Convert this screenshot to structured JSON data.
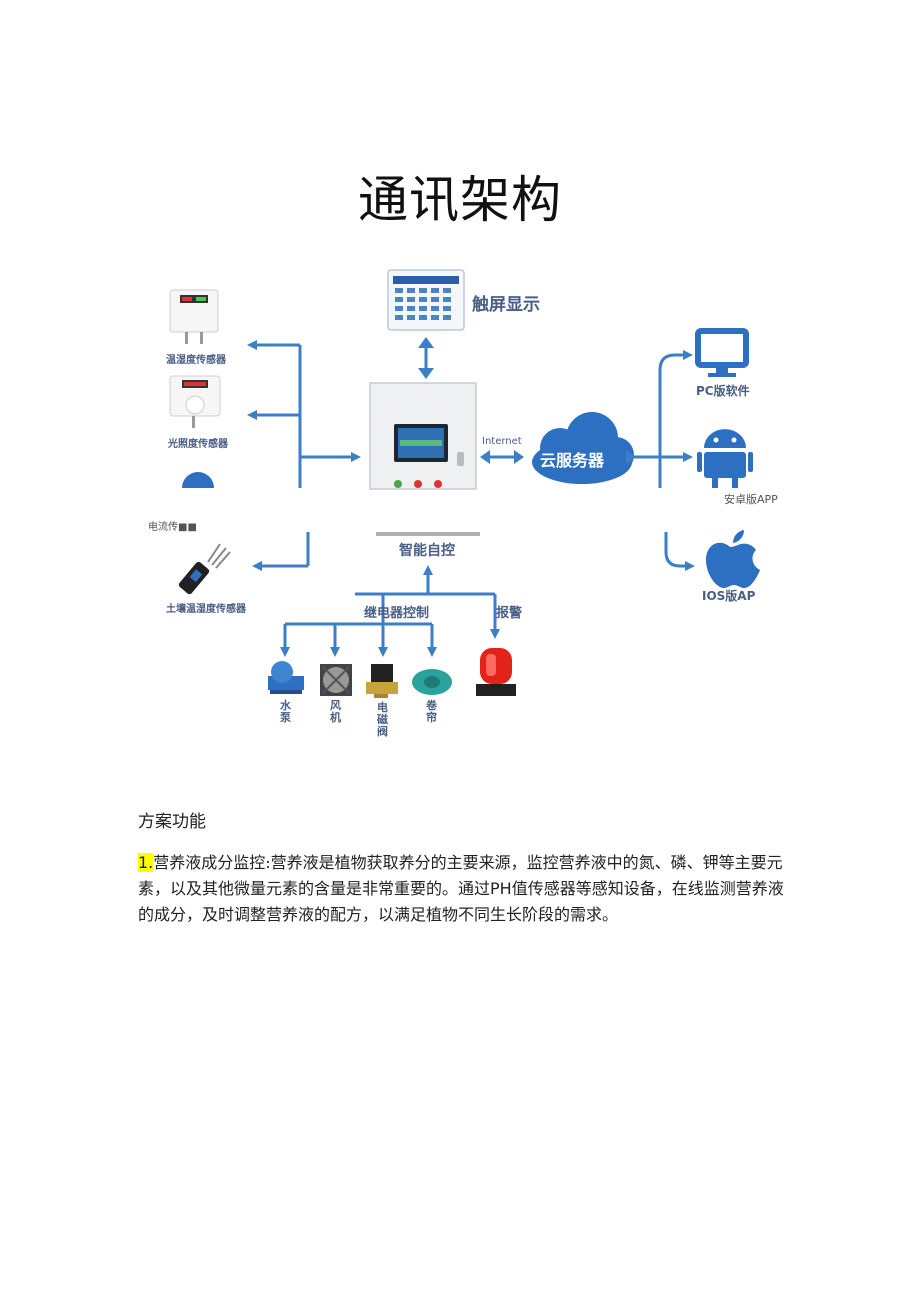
{
  "page_title": "通讯架构",
  "diagram": {
    "touchscreen_label": "触屏显示",
    "internet_label": "Internet",
    "cloud_label": "云服务器",
    "pc_label": "PC版软件",
    "android_label": "安卓版APP",
    "ios_label": "IOS版AP",
    "temp_humidity_label": "温湿度传感器",
    "light_label": "光照度传感器",
    "current_label": "电流传■■",
    "soil_label": "土壤温湿度传感器",
    "smart_control_label": "智能自控",
    "relay_label": "继电器控制",
    "alarm_label": "报警",
    "pump_label": "水泵",
    "fan_label": "风机",
    "valve_label": "电磁阀",
    "curtain_label": "卷帘",
    "sensor_display_1": "■■■",
    "sensor_display_2": "■■■"
  },
  "section_heading": "方案功能",
  "paragraph": {
    "number": "1.",
    "text_part1": "营养液成分监控:营养液是植物获取养分的主要来源，监控营养液中的氮、磷、钾等主要元素，以及其他微量元素的含量是非常重要的。通过",
    "ph": "PH",
    "text_part2": "值传感器等感知设备，在线监测营养液的成分，及时调整营养液的配方，以满足植物不同生长阶段的需求。"
  },
  "colors": {
    "arrow_blue": "#3d7fc7",
    "cloud_blue": "#2d6fc0",
    "label_gray_blue": "#4a5f86",
    "highlight": "#ffff00"
  }
}
